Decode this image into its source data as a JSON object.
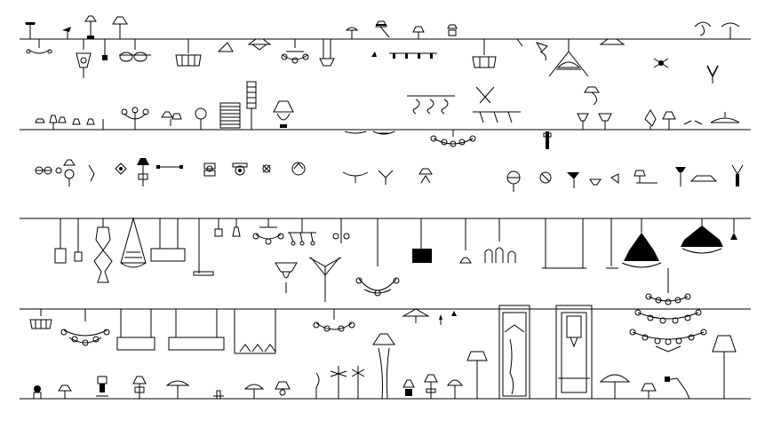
{
  "drawing": {
    "ink_color": "#000000",
    "background_color": "#ffffff",
    "rows": [
      {
        "id": "row-1",
        "kind": "hanging-and-table-lamps"
      },
      {
        "id": "row-2",
        "kind": "wall-lamps-and-pendants"
      },
      {
        "id": "row-3",
        "kind": "ceiling-pendants"
      },
      {
        "id": "row-4",
        "kind": "chandeliers-and-frames"
      },
      {
        "id": "row-5",
        "kind": "floor-and-table-lamps"
      }
    ]
  }
}
